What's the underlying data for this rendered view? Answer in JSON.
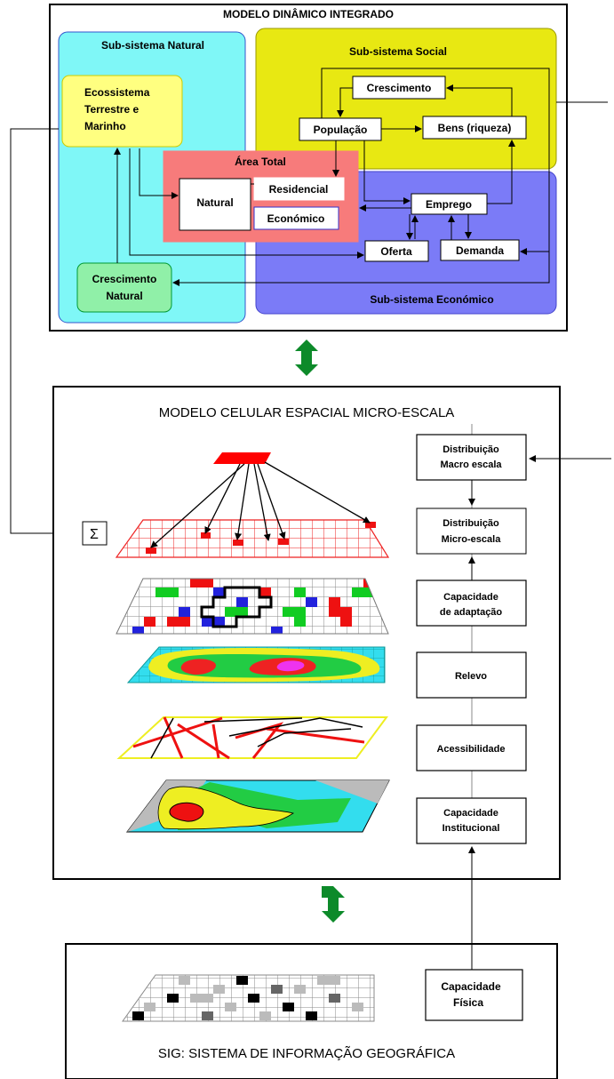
{
  "integrated_model": {
    "title": "MODELO DINÂMICO INTEGRADO",
    "natural": {
      "title": "Sub-sistema Natural",
      "ecosystem": [
        "Ecossistema",
        "Terrestre e",
        "Marinho"
      ],
      "natural_growth": [
        "Crescimento",
        "Natural"
      ]
    },
    "social": {
      "title": "Sub-sistema Social",
      "growth": "Crescimento",
      "population": "População",
      "goods": "Bens (riqueza)"
    },
    "economic": {
      "title": "Sub-sistema Económico",
      "employment": "Emprego",
      "supply": "Oferta",
      "demand": "Demanda"
    },
    "total_area": {
      "title": "Área Total",
      "natural": "Natural",
      "residential": "Residencial",
      "economic": "Económico"
    },
    "colors": {
      "natural": "#7ff7f7",
      "social": "#e8e812",
      "economic": "#7b7bf7",
      "area": "#f77b7b",
      "ecosystem": "#ffff80",
      "growth": "#90f0a8"
    }
  },
  "cellular_model": {
    "title": "MODELO CELULAR ESPACIAL MICRO-ESCALA",
    "sigma": "Σ",
    "layers": [
      [
        "Distribuição",
        "Macro escala"
      ],
      [
        "Distribuição",
        "Micro-escala"
      ],
      [
        "Capacidade",
        "de adaptação"
      ],
      [
        "Relevo"
      ],
      [
        "Acessibilidade"
      ],
      [
        "Capacidade",
        "Institucional"
      ]
    ]
  },
  "gis": {
    "title": "SIG: SISTEMA DE INFORMAÇÃO GEOGRÁFICA",
    "physical_capacity": [
      "Capacidade",
      "Física"
    ]
  }
}
